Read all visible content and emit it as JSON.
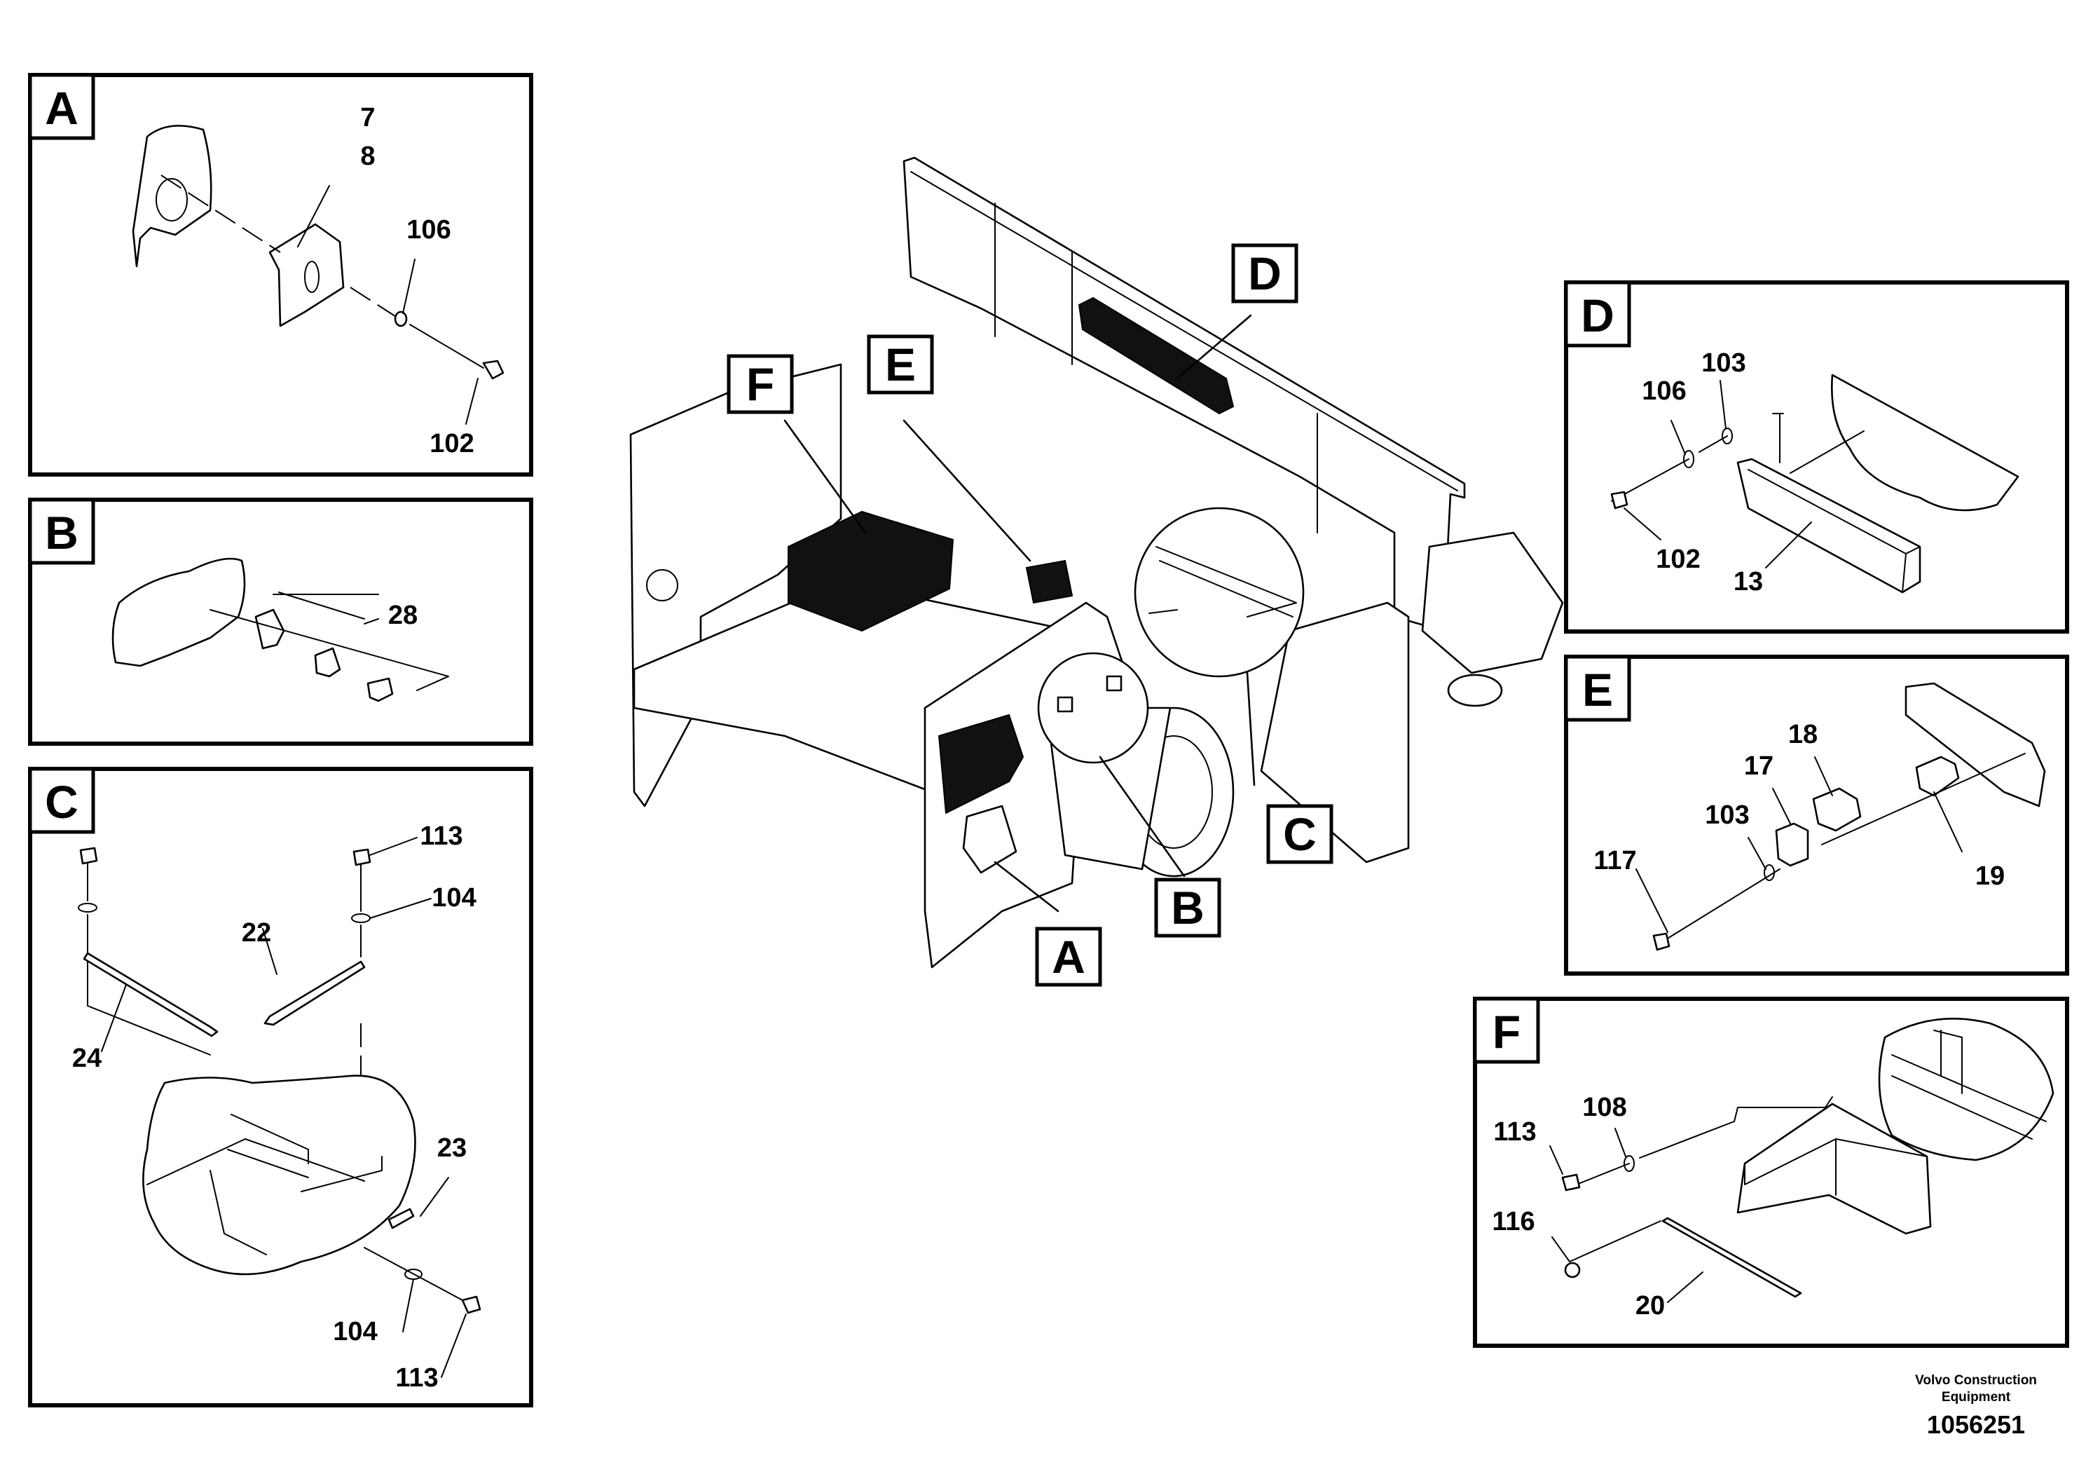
{
  "detail_panels": {
    "A": {
      "letter": "A",
      "callouts": [
        "7",
        "8",
        "106",
        "102"
      ]
    },
    "B": {
      "letter": "B",
      "callouts": [
        "28"
      ]
    },
    "C": {
      "letter": "C",
      "callouts": [
        "113",
        "104",
        "22",
        "24",
        "23",
        "104",
        "113"
      ]
    },
    "D": {
      "letter": "D",
      "callouts": [
        "103",
        "106",
        "102",
        "13"
      ]
    },
    "E": {
      "letter": "E",
      "callouts": [
        "18",
        "17",
        "103",
        "117",
        "19"
      ]
    },
    "F": {
      "letter": "F",
      "callouts": [
        "108",
        "113",
        "116",
        "20"
      ]
    }
  },
  "main_view": {
    "tags": [
      "D",
      "E",
      "F",
      "C",
      "B",
      "A"
    ]
  },
  "footer": {
    "company_line1": "Volvo Construction",
    "company_line2": "Equipment",
    "drawing_number": "1056251"
  }
}
